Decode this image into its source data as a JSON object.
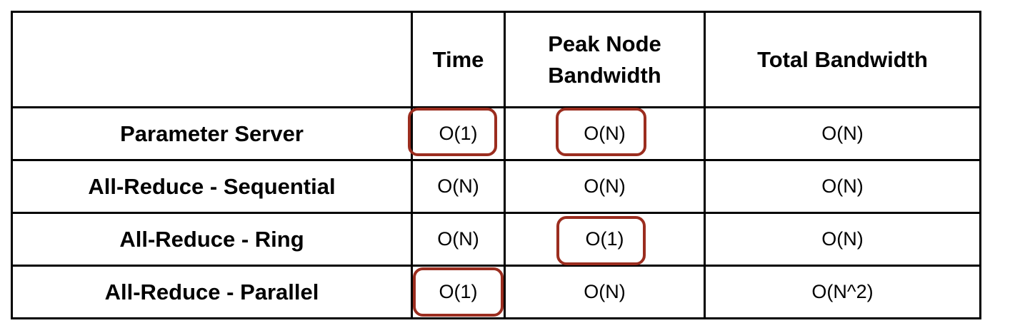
{
  "table": {
    "columns": [
      "",
      "Time",
      "Peak Node Bandwidth",
      "Total Bandwidth"
    ],
    "header": {
      "blank": "",
      "time": "Time",
      "peak_line1": "Peak Node",
      "peak_line2": "Bandwidth",
      "total": "Total Bandwidth"
    },
    "rows": [
      {
        "name": "Parameter Server",
        "time": "O(1)",
        "peak": "O(N)",
        "total": "O(N)"
      },
      {
        "name": "All-Reduce - Sequential",
        "time": "O(N)",
        "peak": "O(N)",
        "total": "O(N)"
      },
      {
        "name": "All-Reduce - Ring",
        "time": "O(N)",
        "peak": "O(1)",
        "total": "O(N)"
      },
      {
        "name": "All-Reduce - Parallel",
        "time": "O(1)",
        "peak": "O(N)",
        "total": "O(N^2)"
      }
    ]
  },
  "highlights": [
    {
      "row": "Parameter Server",
      "column": "Time"
    },
    {
      "row": "Parameter Server",
      "column": "Peak Node Bandwidth"
    },
    {
      "row": "All-Reduce - Ring",
      "column": "Peak Node Bandwidth"
    },
    {
      "row": "All-Reduce - Parallel",
      "column": "Time"
    }
  ],
  "colors": {
    "grid": "#000000",
    "highlight": "#9b2d1f",
    "background": "#ffffff"
  }
}
